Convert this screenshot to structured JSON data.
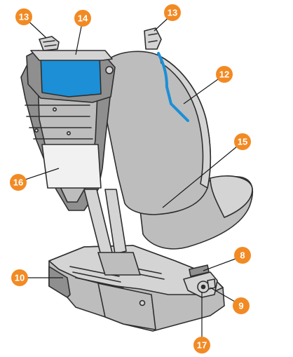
{
  "diagram": {
    "colors": {
      "callout": "#f28a24",
      "accent_blue": "#1c8fd6",
      "shell_light": "#d4d4d4",
      "shell_mid": "#bdbdbd",
      "shell_dark": "#8f8f8f",
      "outline": "#2e2e2e",
      "label_panel": "#f1f1f1"
    },
    "callouts": [
      {
        "id": "c13a",
        "number": "13",
        "part": "headrest-adjuster-left"
      },
      {
        "id": "c14",
        "number": "14",
        "part": "headrest-blue-panel"
      },
      {
        "id": "c13b",
        "number": "13",
        "part": "headrest-adjuster-right"
      },
      {
        "id": "c12",
        "number": "12",
        "part": "shoulder-belt-guide"
      },
      {
        "id": "c15",
        "number": "15",
        "part": "seat-back-shell"
      },
      {
        "id": "c16",
        "number": "16",
        "part": "instruction-label-panel"
      },
      {
        "id": "c8",
        "number": "8",
        "part": "latch-release"
      },
      {
        "id": "c10",
        "number": "10",
        "part": "base"
      },
      {
        "id": "c9",
        "number": "9",
        "part": "recline-knob"
      },
      {
        "id": "c17",
        "number": "17",
        "part": "recline-indicator"
      }
    ]
  }
}
